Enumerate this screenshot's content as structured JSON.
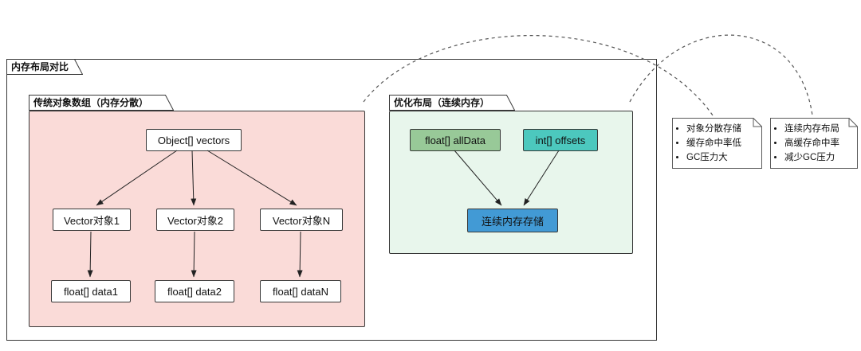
{
  "frame": {
    "title": "内存布局对比"
  },
  "packages": {
    "traditional": {
      "title": "传统对象数组（内存分散）",
      "nodes": {
        "vectors": "Object[] vectors",
        "vector1": "Vector对象1",
        "vector2": "Vector对象2",
        "vectorN": "Vector对象N",
        "data1": "float[] data1",
        "data2": "float[] data2",
        "dataN": "float[] dataN"
      }
    },
    "optimized": {
      "title": "优化布局（连续内存）",
      "nodes": {
        "allData": "float[] allData",
        "offsets": "int[] offsets",
        "storage": "连续内存存储"
      }
    }
  },
  "notes": {
    "traditional": {
      "items": [
        "对象分散存储",
        "缓存命中率低",
        "GC压力大"
      ]
    },
    "optimized": {
      "items": [
        "连续内存布局",
        "高缓存命中率",
        "减少GC压力"
      ]
    }
  },
  "colors": {
    "canvas_bg": "#FFFFFF",
    "border": "#383838",
    "traditional_fill": "#FADBD8",
    "optimized_fill": "#E8F6EC",
    "node_fill": "#FFFFFF",
    "alldata_fill": "#98C998",
    "offsets_fill": "#4CC8BE",
    "storage_fill": "#429AD5",
    "note_fill": "#FFFFFF",
    "connector": "#555555"
  }
}
